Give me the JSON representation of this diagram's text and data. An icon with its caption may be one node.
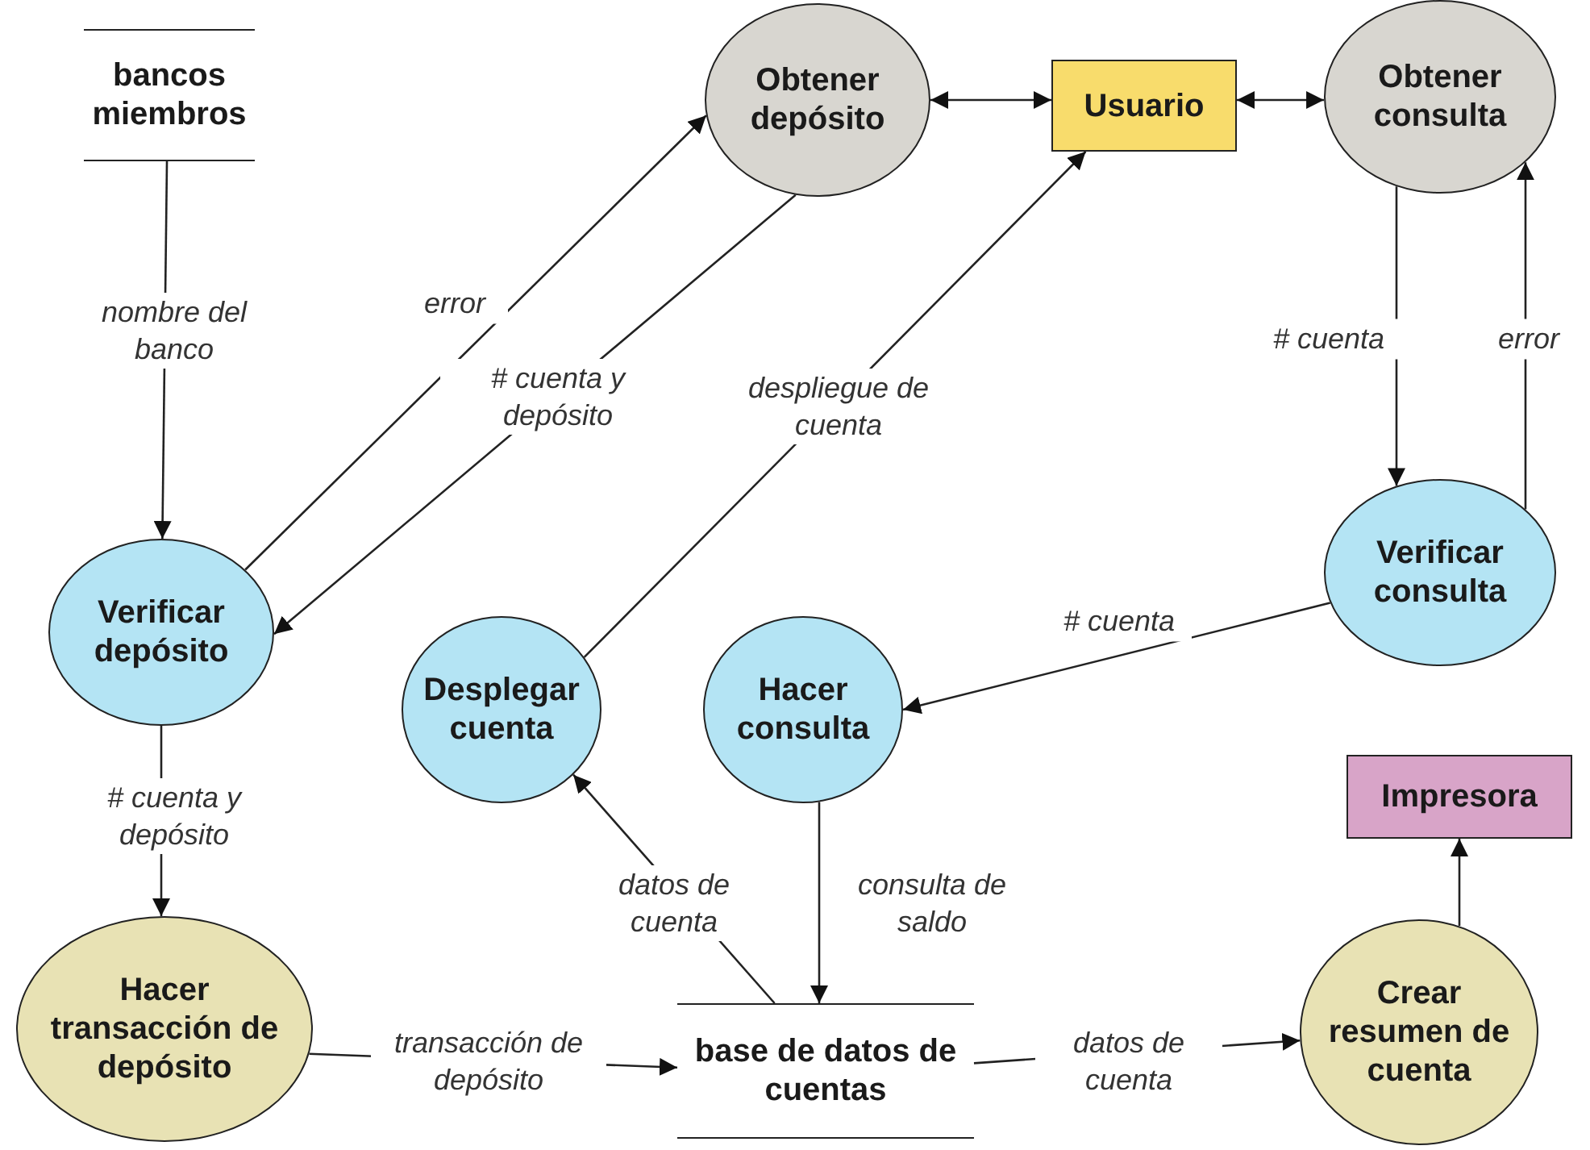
{
  "diagram": {
    "nodes": [
      {
        "text": [
          "bancos miembros"
        ]
      },
      {
        "text": [
          "Obtener depósito"
        ]
      },
      {
        "text": [
          "Usuario"
        ]
      },
      {
        "text": [
          "Obtener consulta"
        ]
      },
      {
        "text": [
          "Verificar depósito"
        ]
      },
      {
        "text": [
          "Verificar consulta"
        ]
      },
      {
        "text": [
          "Desplegar cuenta"
        ]
      },
      {
        "text": [
          "Hacer consulta"
        ]
      },
      {
        "text": [
          "Impresora"
        ]
      },
      {
        "text": [
          "Hacer transacción de depósito"
        ]
      },
      {
        "text": [
          "base de datos de cuentas"
        ]
      },
      {
        "text": [
          "Crear resumen de cuenta"
        ]
      }
    ],
    "edges": [
      {
        "from": 0,
        "to": 4,
        "arrow": "to",
        "label": "nombre del banco"
      },
      {
        "from": 4,
        "to": 1,
        "arrow": "to",
        "label": "error"
      },
      {
        "from": 1,
        "to": 4,
        "arrow": "to",
        "label": "# cuenta y depósito"
      },
      {
        "from": 1,
        "to": 2,
        "arrow": "both"
      },
      {
        "from": 2,
        "to": 3,
        "arrow": "both"
      },
      {
        "from": 6,
        "to": 2,
        "arrow": "to",
        "label": "despliegue de cuenta"
      },
      {
        "from": 3,
        "to": 5,
        "arrow": "to",
        "label": "# cuenta"
      },
      {
        "from": 5,
        "to": 3,
        "arrow": "to",
        "label": "error"
      },
      {
        "from": 5,
        "to": 7,
        "arrow": "to",
        "label": "# cuenta"
      },
      {
        "from": 10,
        "to": 6,
        "arrow": "to",
        "label": "datos de cuenta"
      },
      {
        "from": 7,
        "to": 10,
        "arrow": "to",
        "label": "consulta de saldo"
      },
      {
        "from": 4,
        "to": 9,
        "arrow": "to",
        "label": "# cuenta y depósito"
      },
      {
        "from": 9,
        "to": 10,
        "arrow": "to",
        "label": "transacción de depósito"
      },
      {
        "from": 10,
        "to": 11,
        "arrow": "to",
        "label": "datos de cuenta"
      },
      {
        "from": 11,
        "to": 8,
        "arrow": "to"
      }
    ]
  }
}
